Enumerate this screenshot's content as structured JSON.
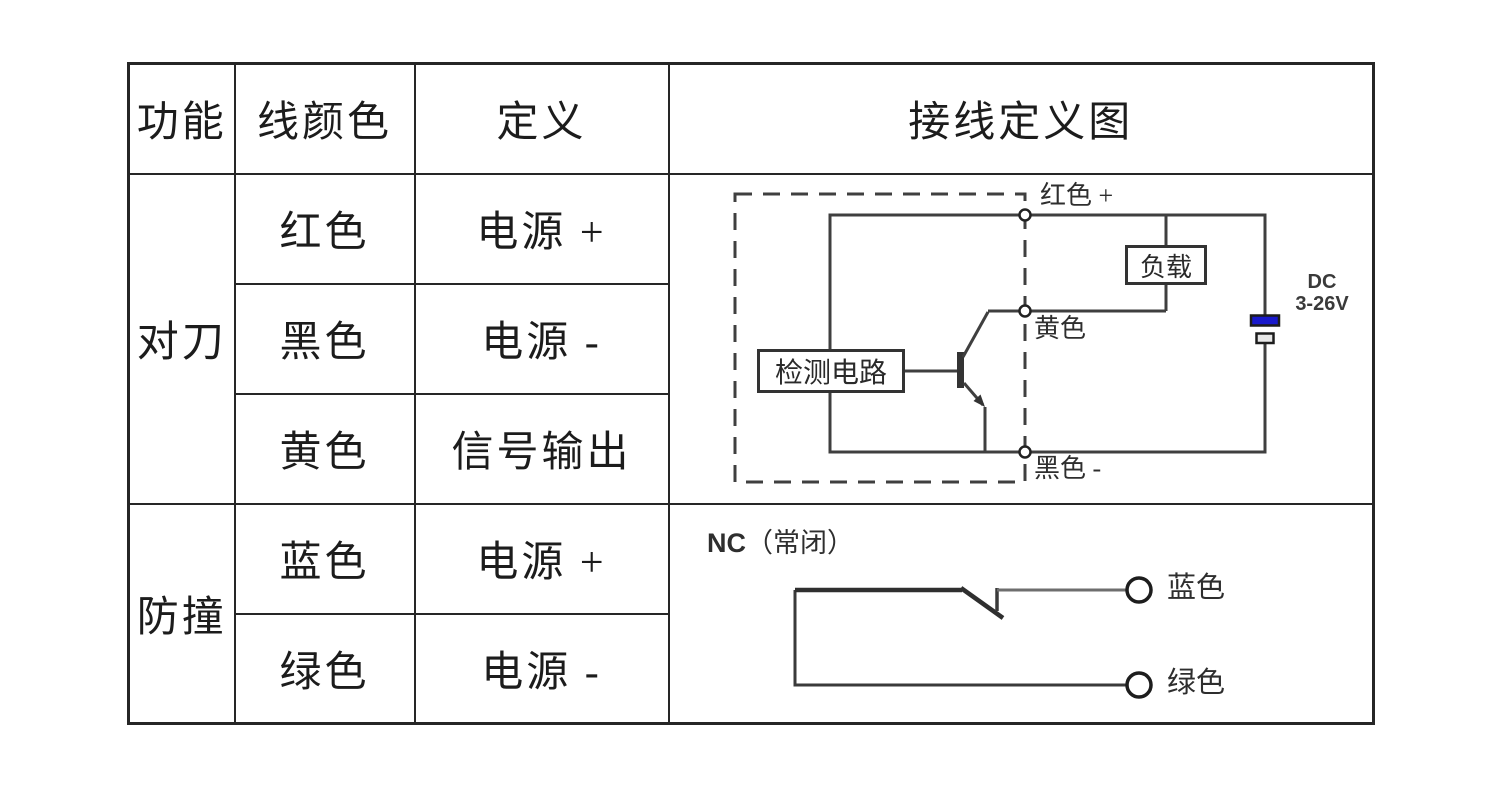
{
  "table": {
    "headers": {
      "function": "功能",
      "wire_color": "线颜色",
      "definition": "定义",
      "wiring_diagram": "接线定义图"
    },
    "groups": [
      {
        "function": "对刀",
        "rows": [
          {
            "color": "红色",
            "definition": "电源 +"
          },
          {
            "color": "黑色",
            "definition": "电源 -"
          },
          {
            "color": "黄色",
            "definition": "信号输出"
          }
        ]
      },
      {
        "function": "防撞",
        "rows": [
          {
            "color": "蓝色",
            "definition": "电源 +"
          },
          {
            "color": "绿色",
            "definition": "电源 -"
          }
        ]
      }
    ]
  },
  "circuit": {
    "red_terminal_label": "红色 +",
    "yellow_terminal_label": "黄色",
    "black_terminal_label": "黑色 -",
    "detection_label": "检测电路",
    "load_label": "负载",
    "dc_label_line1": "DC",
    "dc_label_line2": "3-26V",
    "battery_positive_color": "#1a1acc"
  },
  "nc_circuit": {
    "title_en": "NC",
    "title_cn": "（常闭）",
    "blue_terminal_label": "蓝色",
    "green_terminal_label": "绿色"
  }
}
